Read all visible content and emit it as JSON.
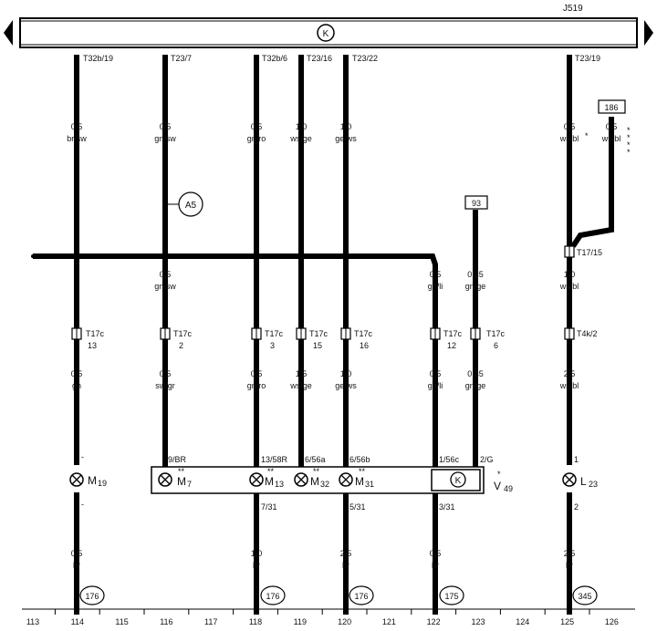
{
  "module": {
    "id": "J519"
  },
  "top_labels": [
    "T32b/19",
    "T23/7",
    "T32b/6",
    "T23/16",
    "T23/22",
    "T23/19"
  ],
  "wires": {
    "w1": {
      "size": "0,5",
      "color": "br/sw"
    },
    "w2": {
      "size": "0,5",
      "color": "gn/sw"
    },
    "w3": {
      "size": "0,5",
      "color": "gn/ro"
    },
    "w4": {
      "size": "1,0",
      "color": "ws/ge"
    },
    "w5": {
      "size": "1,0",
      "color": "ge/ws"
    },
    "w6": {
      "size": "0,5",
      "color": "ws/bl"
    },
    "w7": {
      "size": "0,5",
      "color": "ws/bl"
    },
    "w8": {
      "size": "0,5",
      "color": "gn/sw"
    },
    "w9": {
      "size": "0,5",
      "color": "gn/li"
    },
    "w10": {
      "size": "0,35",
      "color": "gn/ge"
    },
    "w11": {
      "size": "1,0",
      "color": "ws/bl"
    },
    "w12": {
      "size": "0,5",
      "color": "gn"
    },
    "w13": {
      "size": "0,5",
      "color": "sw/gr"
    },
    "w14": {
      "size": "0,5",
      "color": "gn/ro"
    },
    "w15": {
      "size": "1,5",
      "color": "ws/ge"
    },
    "w16": {
      "size": "1,0",
      "color": "ge/ws"
    },
    "w17": {
      "size": "0,5",
      "color": "gn/li"
    },
    "w18": {
      "size": "0,35",
      "color": "gn/ge"
    },
    "w19": {
      "size": "2,5",
      "color": "ws/bl"
    },
    "w20": {
      "size": "0,5",
      "color": "br"
    },
    "w21": {
      "size": "1,0",
      "color": "br"
    },
    "w22": {
      "size": "2,5",
      "color": "br"
    },
    "w23": {
      "size": "0,5",
      "color": "br"
    },
    "w24": {
      "size": "2,5",
      "color": "br"
    }
  },
  "refs": {
    "r186": "186",
    "r93": "93",
    "a5": "A5"
  },
  "connectors": {
    "c1": {
      "name": "T17c",
      "pin": "13"
    },
    "c2": {
      "name": "T17c",
      "pin": "2"
    },
    "c3": {
      "name": "T17c",
      "pin": "3"
    },
    "c4": {
      "name": "T17c",
      "pin": "15"
    },
    "c5": {
      "name": "T17c",
      "pin": "16"
    },
    "c6": {
      "name": "T17c",
      "pin": "12"
    },
    "c7": {
      "name": "T17c",
      "pin": "6"
    },
    "c8": {
      "name": "T4k/2"
    },
    "c9": {
      "name": "T17/15"
    }
  },
  "pins": {
    "p1": "9/BR",
    "p2": "13/58R",
    "p3": "6/56a",
    "p4": "6/56b",
    "p5": "1/56c",
    "p6": "2/G",
    "p7": "1",
    "p8": "7/31",
    "p9": "5/31",
    "p10": "3/31",
    "p11": "2"
  },
  "components": {
    "m19": {
      "prefix": "M",
      "sub": "19",
      "mark": ""
    },
    "m7": {
      "prefix": "M",
      "sub": "7",
      "mark": "**"
    },
    "m13": {
      "prefix": "M",
      "sub": "13",
      "mark": "**"
    },
    "m32": {
      "prefix": "M",
      "sub": "32",
      "mark": "**"
    },
    "m31": {
      "prefix": "M",
      "sub": "31",
      "mark": "**"
    },
    "v49": {
      "prefix": "V",
      "sub": "49",
      "mark": "*"
    },
    "l23": {
      "prefix": "L",
      "sub": "23",
      "mark": ""
    }
  },
  "ground_refs": {
    "g1": "176",
    "g2": "176",
    "g3": "176",
    "g4": "175",
    "g5": "345"
  },
  "track_numbers": [
    "113",
    "114",
    "115",
    "116",
    "117",
    "118",
    "119",
    "120",
    "121",
    "122",
    "123",
    "124",
    "125",
    "126"
  ]
}
